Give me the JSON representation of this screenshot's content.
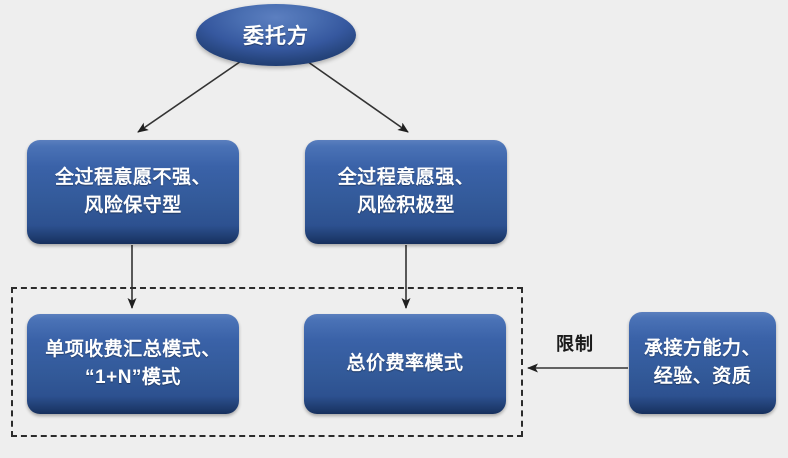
{
  "meta": {
    "background_color": "#eeeeee",
    "node_fill_top": "#4a72b6",
    "node_fill_bottom": "#162f5c",
    "node_text_color": "#ffffff",
    "edge_color": "#333333",
    "group_border_color": "#2b2b2b",
    "caption_color": "#1a1a1a"
  },
  "diagram": {
    "type": "flowchart",
    "nodes": {
      "client": {
        "label": "委托方",
        "shape": "ellipse"
      },
      "weak_intent": {
        "line1": "全过程意愿不强、",
        "line2": "风险保守型",
        "shape": "rounded-rect"
      },
      "strong_intent": {
        "line1": "全过程意愿强、",
        "line2": "风险积极型",
        "shape": "rounded-rect"
      },
      "itemized_mode": {
        "line1": "单项收费汇总模式、",
        "line2": "“1+N”模式",
        "shape": "rounded-rect"
      },
      "lumpsum_mode": {
        "line1": "总价费率模式",
        "shape": "rounded-rect"
      },
      "capability": {
        "line1": "承接方能力、",
        "line2": "经验、资质",
        "shape": "rounded-rect"
      }
    },
    "edges": [
      {
        "from": "client",
        "to": "weak_intent",
        "style": "solid-arrow",
        "label": ""
      },
      {
        "from": "client",
        "to": "strong_intent",
        "style": "solid-arrow",
        "label": ""
      },
      {
        "from": "weak_intent",
        "to": "itemized_mode",
        "style": "solid-arrow",
        "label": ""
      },
      {
        "from": "strong_intent",
        "to": "lumpsum_mode",
        "style": "solid-arrow",
        "label": ""
      },
      {
        "from": "capability",
        "to": "mode_group",
        "style": "solid-arrow",
        "label": "限制"
      }
    ],
    "groups": [
      {
        "id": "mode_group",
        "style": "dashed-rectangle",
        "members": [
          "itemized_mode",
          "lumpsum_mode"
        ]
      }
    ],
    "captions": {
      "restrict": "限制"
    }
  }
}
